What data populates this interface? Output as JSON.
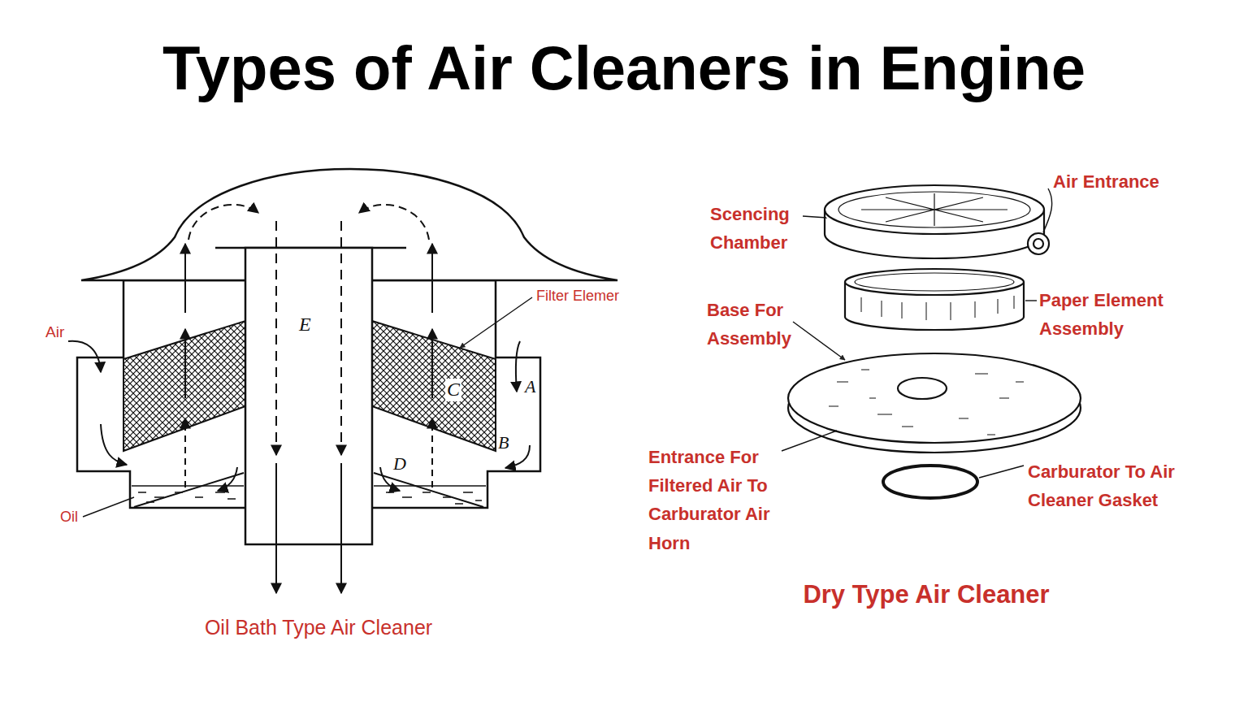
{
  "diagram": {
    "title": "Types of Air Cleaners in Engine",
    "labels": [
      "Air",
      "Filter Elemer",
      "E",
      "C",
      "A",
      "B",
      "D",
      "Oil",
      "Oil Bath Type Air Cleaner",
      "Scencing Chamber",
      "Air Entrance",
      "Paper Element Assembly",
      "Base For Assembly",
      "Entrance For Filtered Air To Carburator Air Horn",
      "Carburator To Air Cleaner Gasket",
      "Dry Type Air Cleaner"
    ]
  }
}
